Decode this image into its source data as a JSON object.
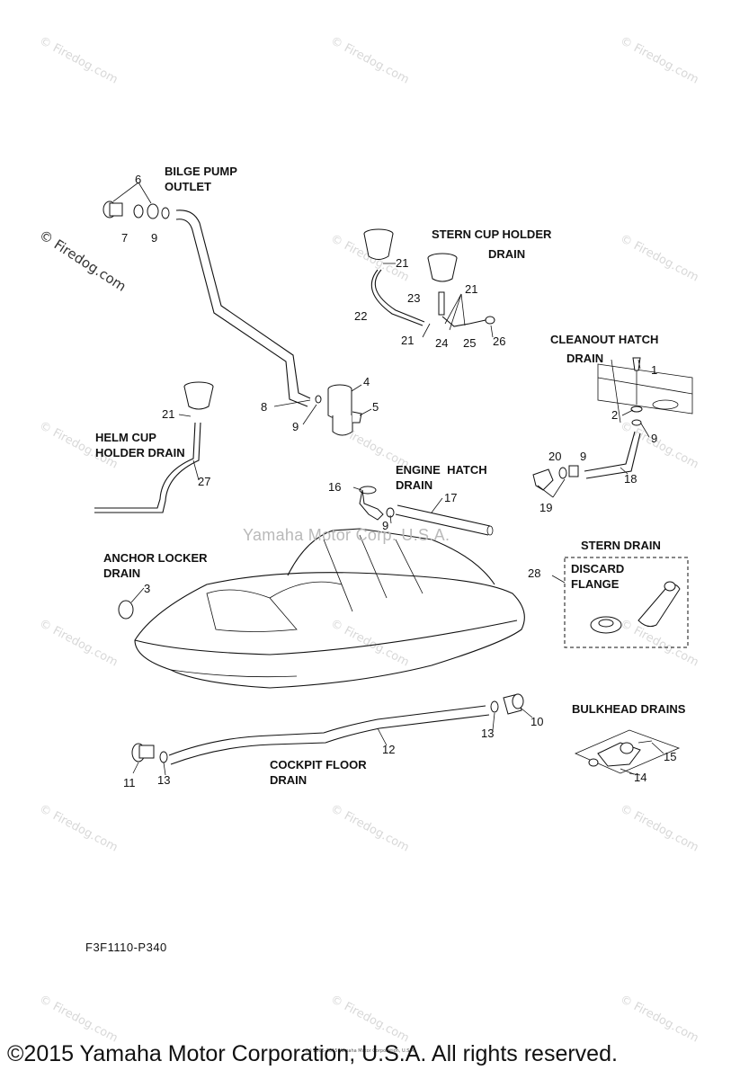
{
  "diagram": {
    "labels": {
      "bilge_pump_outlet": "BILGE PUMP\nOUTLET",
      "stern_cup_holder_drain_1": "STERN CUP HOLDER",
      "stern_cup_holder_drain_2": "DRAIN",
      "cleanout_hatch_drain_1": "CLEANOUT HATCH",
      "cleanout_hatch_drain_2": "DRAIN",
      "helm_cup_holder_drain": "HELM CUP\nHOLDER DRAIN",
      "engine_hatch_drain": "ENGINE  HATCH\nDRAIN",
      "stern_drain": "STERN DRAIN",
      "discard_flange": "DISCARD\nFLANGE",
      "anchor_locker_drain": "ANCHOR LOCKER\nDRAIN",
      "bulkhead_drains": "BULKHEAD DRAINS",
      "cockpit_floor_drain": "COCKPIT FLOOR\nDRAIN"
    },
    "part_numbers": [
      "1",
      "2",
      "3",
      "4",
      "5",
      "6",
      "7",
      "8",
      "9",
      "9",
      "9",
      "9",
      "9",
      "10",
      "11",
      "12",
      "13",
      "13",
      "14",
      "15",
      "16",
      "17",
      "18",
      "19",
      "20",
      "21",
      "21",
      "21",
      "21",
      "22",
      "23",
      "24",
      "25",
      "26",
      "27",
      "28"
    ],
    "center_watermark": "Yamaha Motor Corp. U.S.A.",
    "diagram_code": "F3F1110-P340"
  },
  "watermark": {
    "text": "© Firedog.com",
    "large_text": "© Firedog.com"
  },
  "footer": {
    "copyright": "©2015 Yamaha Motor Corporation, U.S.A. All rights reserved.",
    "tiny_copyright": "(c) 2005-2015 Yamaha Motor Corporation, U.S.A."
  }
}
